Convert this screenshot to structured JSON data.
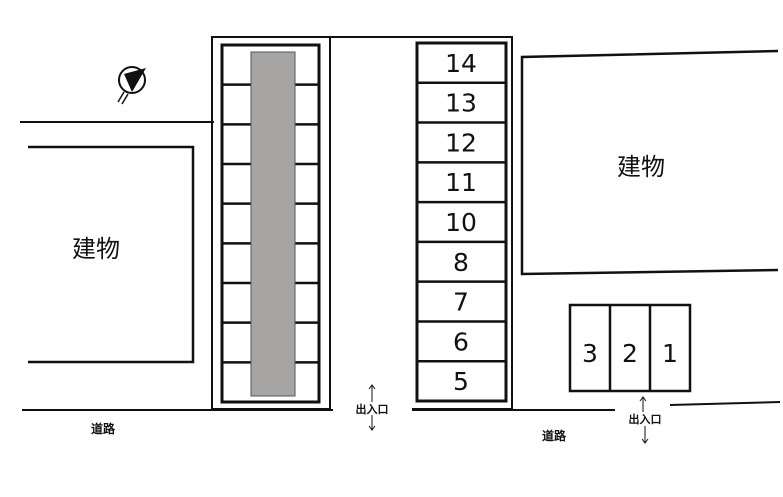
{
  "map": {
    "buildings": [
      "建物",
      "建物"
    ],
    "roads": [
      "道路",
      "道路"
    ],
    "entrances": [
      "出入口",
      "出入口"
    ],
    "icon": "north-arrow-icon",
    "center_stalls": [
      "14",
      "13",
      "12",
      "11",
      "10",
      "8",
      "7",
      "6",
      "5"
    ],
    "right_stalls": [
      "3",
      "2",
      "1"
    ],
    "left_block_rows": 9,
    "colors": {
      "line": "#111111",
      "blocked_strip": "#a7a4a4",
      "background": "#ffffff"
    }
  }
}
